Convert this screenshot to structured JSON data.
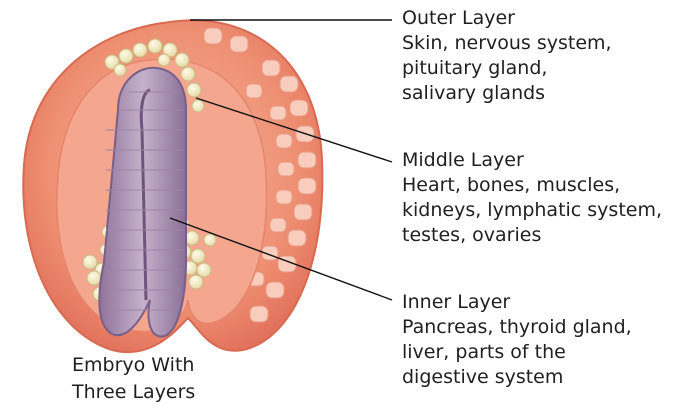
{
  "layers": [
    {
      "title": "Outer Layer",
      "lines": [
        "Skin, nervous system,",
        "pituitary gland,",
        "salivary glands"
      ]
    },
    {
      "title": "Middle Layer",
      "lines": [
        "Heart, bones, muscles,",
        "kidneys, lymphatic system,",
        "testes, ovaries"
      ]
    },
    {
      "title": "Inner Layer",
      "lines": [
        "Pancreas, thyroid gland,",
        "liver, parts of the",
        "digestive system"
      ]
    }
  ],
  "caption": {
    "line1": "Embryo With",
    "line2": "Three Layers"
  },
  "colors": {
    "outer_layer": "#f29a7f",
    "outer_cells": "#f8c6b4",
    "middle_layer": "#f0e3b8",
    "inner_layer": "#a98fb3",
    "leader_line": "#111111"
  }
}
